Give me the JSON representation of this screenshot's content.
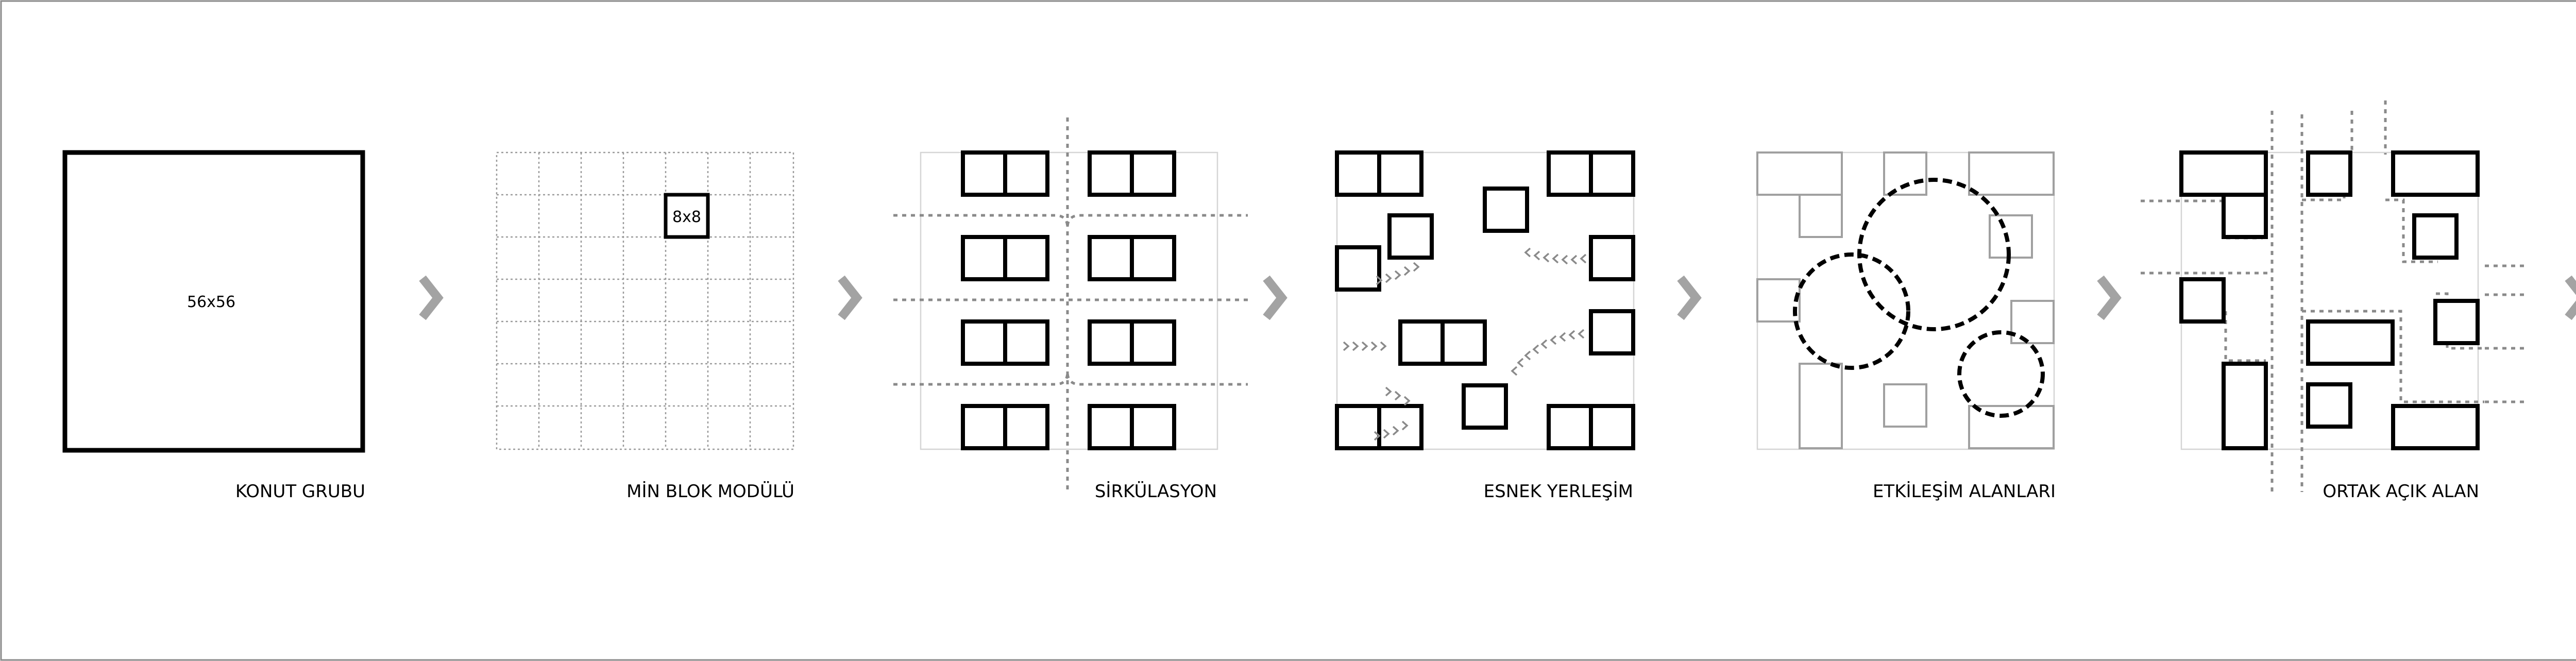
{
  "diagram": {
    "steps": [
      {
        "id": "konut",
        "caption": "KONUT GRUBU",
        "inner_label": "56x56"
      },
      {
        "id": "modul",
        "caption": "MİN BLOK MODÜLÜ",
        "inner_label": "8x8"
      },
      {
        "id": "sirkulasyon",
        "caption": "SİRKÜLASYON"
      },
      {
        "id": "esnek",
        "caption": "ESNEK YERLEŞİM"
      },
      {
        "id": "etkilesim",
        "caption": "ETKİLEŞİM ALANLARI"
      },
      {
        "id": "ortak",
        "caption": "ORTAK AÇIK ALAN"
      }
    ],
    "arrow_icon": "chevron-right-icon",
    "colors": {
      "stroke": "#000000",
      "grid": "#9a9a9a",
      "light": "#cfcfcf",
      "dash": "#8a8a8a",
      "arrow": "#a3a3a3",
      "frame": "#7a7a7a"
    }
  }
}
